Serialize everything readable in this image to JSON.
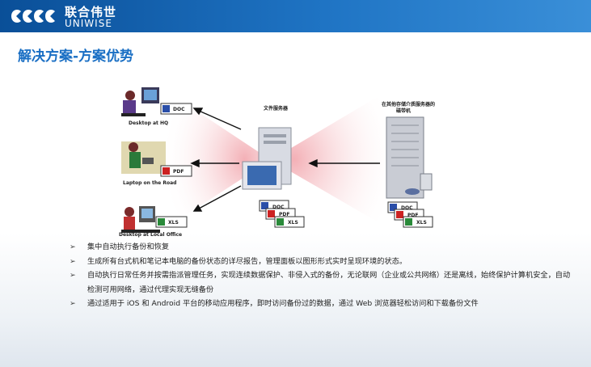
{
  "header": {
    "logo_cn": "联合伟世",
    "logo_en": "UNIWISE"
  },
  "title": "解决方案-方案优势",
  "diagram": {
    "file_server_label": "文件服务器",
    "storage_label": "在其他存储介质服务器的磁带机",
    "storage_label_line1": "在其他存储介质服务器的",
    "storage_label_line2": "磁带机",
    "desktop_hq": "Desktop at HQ",
    "laptop_road": "Laptop on the Road",
    "desktop_local": "Desktop at Local Office",
    "doc": "DOC",
    "pdf": "PDF",
    "xls": "XLS"
  },
  "bullets": [
    "集中自动执行备份和恢复",
    "生成所有台式机和笔记本电脑的备份状态的详尽报告，管理面板以图形形式实时呈现环境的状态。",
    "自动执行日常任务并按需指派管理任务，实现连续数据保护、非侵入式的备份，无论联网（企业或公共网络）还是离线，始终保护计算机安全，自动检测可用网络，通过代理实现无缝备份",
    "通过适用于 iOS 和 Android 平台的移动应用程序，即时访问备份过的数据，通过 Web 浏览器轻松访问和下载备份文件"
  ],
  "colors": {
    "header_blue": "#1f74c4",
    "title_blue": "#1a6fc4",
    "beam_red": "#f3b8bd"
  }
}
